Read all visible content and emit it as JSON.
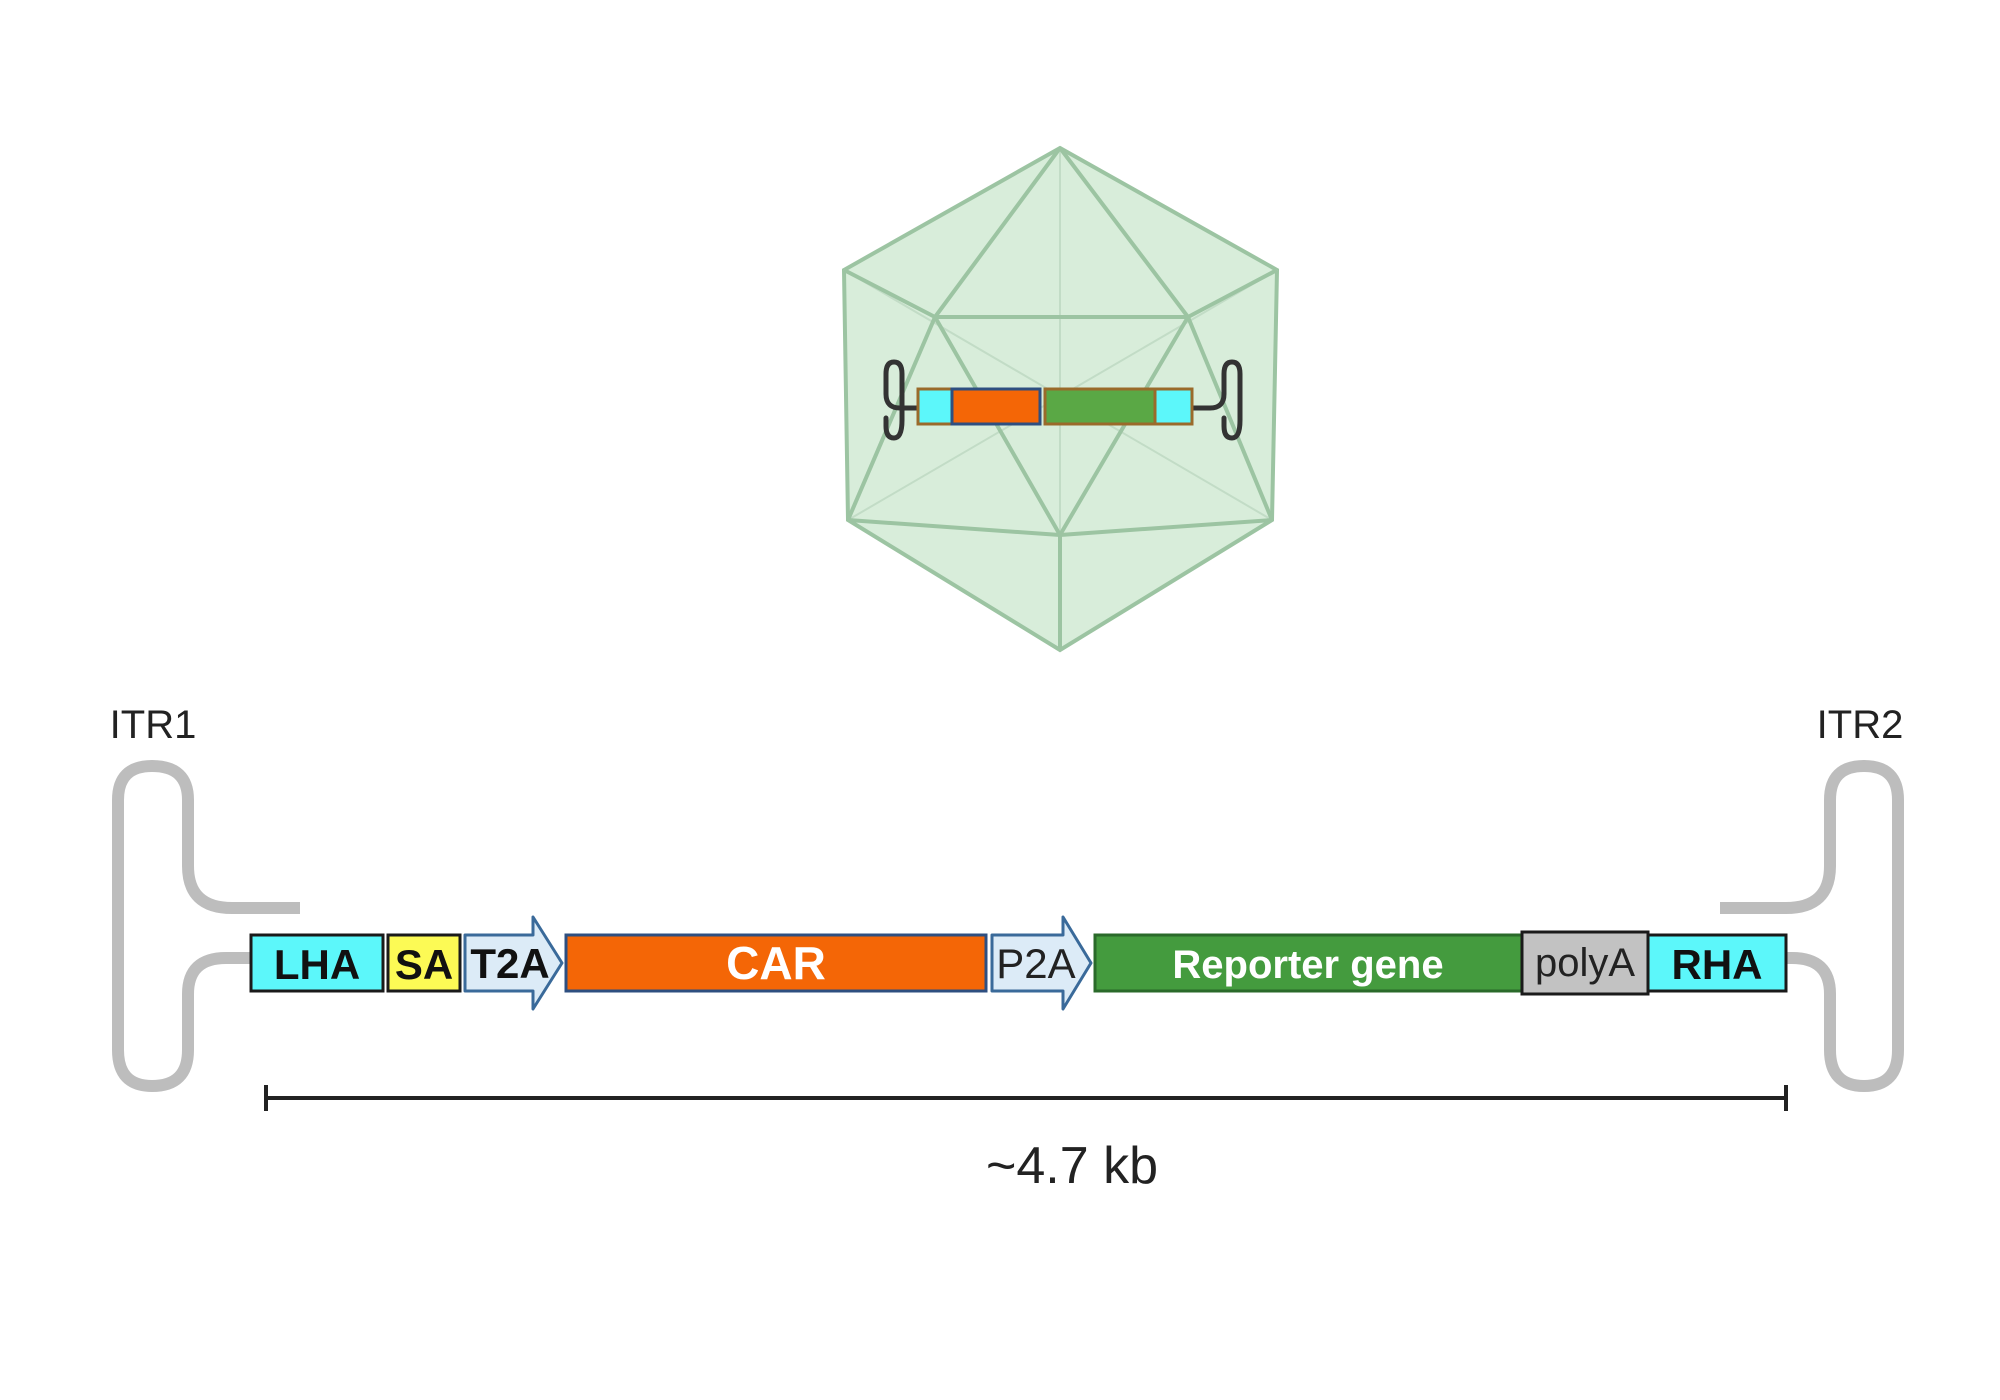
{
  "capsid": {
    "fill": "#d6ecd8",
    "stroke": "#9cc4a2",
    "genome": {
      "arm_color": "#cce0e8",
      "colors": [
        "#5cf7fa",
        "#f46606",
        "#5aa845",
        "#5cf7fa"
      ]
    }
  },
  "construct": {
    "itr_color": "#bdbdbd",
    "itr1_label": "ITR1",
    "itr2_label": "ITR2",
    "elements": [
      {
        "id": "lha",
        "label": "LHA",
        "fill": "#5cf7fa",
        "text_color": "#111111",
        "bold": true
      },
      {
        "id": "sa",
        "label": "SA",
        "fill": "#fcfa55",
        "text_color": "#111111",
        "bold": true
      },
      {
        "id": "t2a",
        "label": "T2A",
        "fill": "#dcebf7",
        "text_color": "#111111",
        "bold": true,
        "shape": "arrow"
      },
      {
        "id": "car",
        "label": "CAR",
        "fill": "#f46606",
        "text_color": "#ffffff",
        "bold": true
      },
      {
        "id": "p2a",
        "label": "P2A",
        "fill": "#dcebf7",
        "text_color": "#222222",
        "bold": false,
        "shape": "arrow"
      },
      {
        "id": "reporter",
        "label": "Reporter gene",
        "fill": "#449b3e",
        "text_color": "#ffffff",
        "bold": true
      },
      {
        "id": "polya",
        "label": "polyA",
        "fill": "#c2c2c2",
        "text_color": "#222222",
        "bold": false
      },
      {
        "id": "rha",
        "label": "RHA",
        "fill": "#5cf7fa",
        "text_color": "#111111",
        "bold": true
      }
    ],
    "size_label": "~4.7 kb"
  }
}
